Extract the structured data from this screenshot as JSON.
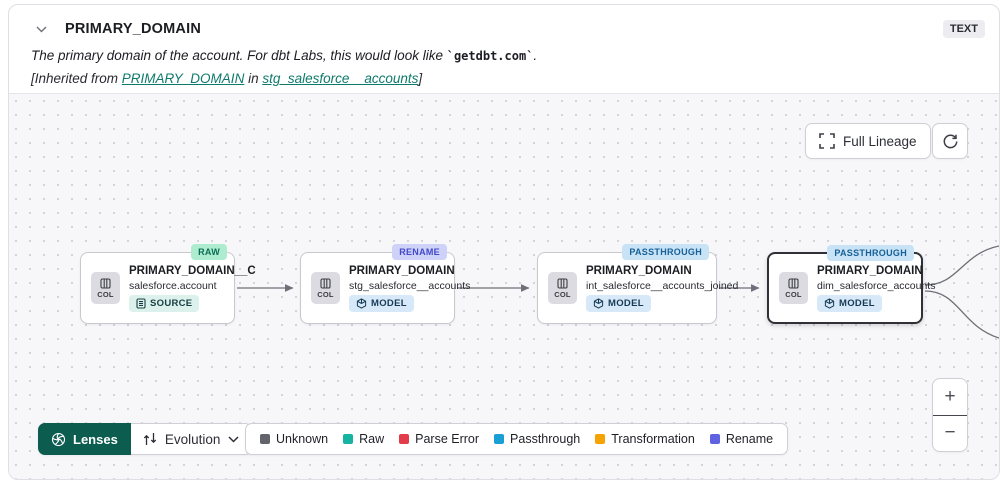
{
  "header": {
    "title": "PRIMARY_DOMAIN",
    "type_badge": "TEXT"
  },
  "description": {
    "part1": "The primary domain of the account. For dbt Labs, this would look like ",
    "code": "`getdbt.com`",
    "part2": "."
  },
  "inherited": {
    "prefix": "[Inherited from ",
    "link_column": "PRIMARY_DOMAIN",
    "middle": " in ",
    "link_model": "stg_salesforce__accounts",
    "suffix": "]"
  },
  "toolbar": {
    "full_lineage_label": "Full Lineage"
  },
  "node_chip_label": "COL",
  "nodes": [
    {
      "category": "RAW",
      "title": "PRIMARY_DOMAIN__C",
      "subtitle": "salesforce.account",
      "resource": "SOURCE"
    },
    {
      "category": "RENAME",
      "title": "PRIMARY_DOMAIN",
      "subtitle": "stg_salesforce__accounts",
      "resource": "MODEL"
    },
    {
      "category": "PASSTHROUGH",
      "title": "PRIMARY_DOMAIN",
      "subtitle": "int_salesforce__accounts_joined",
      "resource": "MODEL"
    },
    {
      "category": "PASSTHROUGH",
      "title": "PRIMARY_DOMAIN",
      "subtitle": "dim_salesforce_accounts",
      "resource": "MODEL"
    }
  ],
  "lenses": {
    "label": "Lenses",
    "selected_lens": "Evolution"
  },
  "legend": [
    {
      "label": "Unknown",
      "color": "#63636b"
    },
    {
      "label": "Raw",
      "color": "#17b3a1"
    },
    {
      "label": "Parse Error",
      "color": "#e23c4b"
    },
    {
      "label": "Passthrough",
      "color": "#1a9fd4"
    },
    {
      "label": "Transformation",
      "color": "#f5a302"
    },
    {
      "label": "Rename",
      "color": "#5f63e2"
    }
  ],
  "zoom_controls": {
    "zoom_in": "+",
    "zoom_out": "−"
  },
  "colors": {
    "accent_teal": "#0d5c50",
    "link_teal": "#0e7a6b",
    "raw_badge_bg": "#aeeccf",
    "rename_badge_bg": "#ced2f8",
    "passthrough_badge_bg": "#c8e3f6"
  }
}
